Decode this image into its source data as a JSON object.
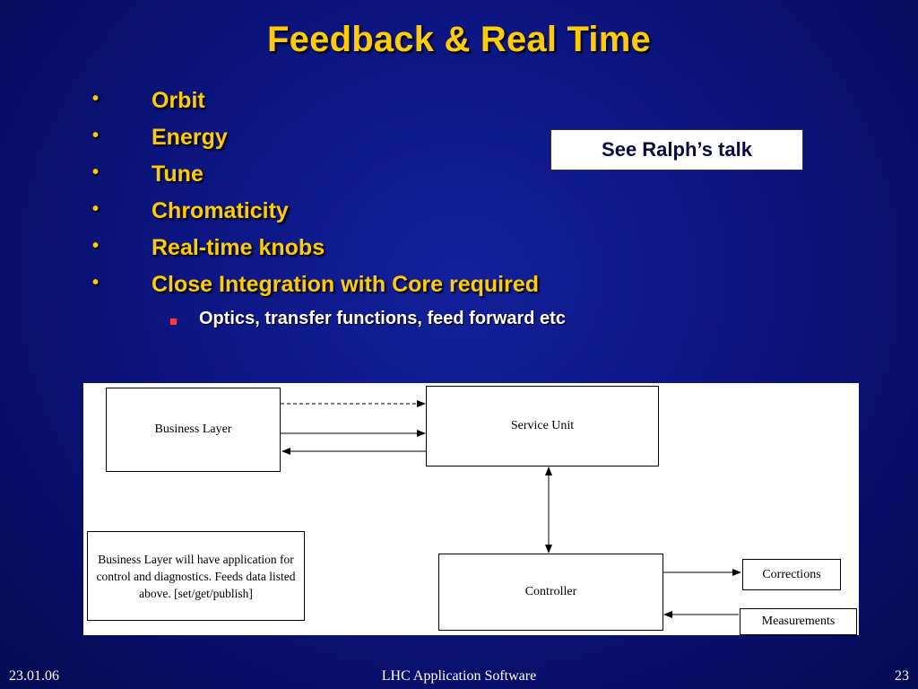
{
  "slide": {
    "title": "Feedback & Real Time",
    "bullets": [
      "Orbit",
      "Energy",
      "Tune",
      "Chromaticity",
      "Real-time knobs",
      "Close Integration with Core required"
    ],
    "bullet_marker": "•",
    "sub_bullet": "Optics, transfer functions, feed forward etc",
    "note": "See Ralph’s talk"
  },
  "diagram": {
    "business_layer": "Business Layer",
    "service_unit": "Service Unit",
    "controller": "Controller",
    "corrections": "Corrections",
    "measurements": "Measurements",
    "description": "Business Layer will have application for control and diagnostics. Feeds data listed above. [set/get/publish]"
  },
  "footer": {
    "date": "23.01.06",
    "center": "LHC Application Software",
    "page": "23"
  },
  "colors": {
    "title": "#ffcc00",
    "background": "#0c1580",
    "sub_marker": "#ff3b3b"
  }
}
